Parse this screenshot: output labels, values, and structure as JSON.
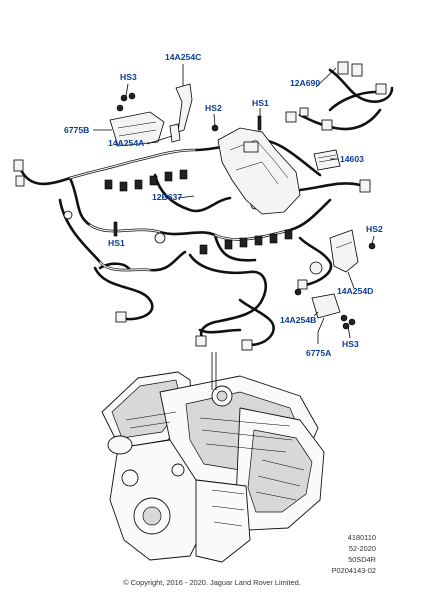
{
  "callouts": {
    "c14A254C": "14A254C",
    "cHS3top": "HS3",
    "c12A690": "12A690",
    "cHS2top": "HS2",
    "cHS1top": "HS1",
    "c6775B": "6775B",
    "c14A254A": "14A254A",
    "c14603": "14603",
    "c12B637": "12B637",
    "cHS2right": "HS2",
    "cHS1left": "HS1",
    "c14A254D": "14A254D",
    "c14A254B": "14A254B",
    "cHS3bottom": "HS3",
    "c6775A": "6775A"
  },
  "references": {
    "line1": "4180110",
    "line2": "52-2020",
    "line3": "50SD4R",
    "line4": "P0204143-02"
  },
  "copyright": "© Copyright, 2016 - 2020. Jaguar Land Rover Limited."
}
